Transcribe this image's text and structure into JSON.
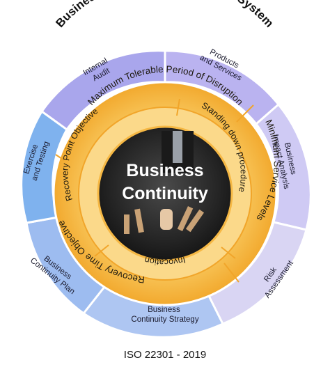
{
  "diagram": {
    "title": "Business Continuity Management System",
    "outer_segments": [
      {
        "lines": [
          "Internal",
          "Audit"
        ],
        "color": "#a9a6ec"
      },
      {
        "lines": [
          "Products",
          "and Services"
        ],
        "color": "#bab3f0"
      },
      {
        "lines": [
          "Business",
          "Impact Analysis"
        ],
        "color": "#cfcaf4"
      },
      {
        "lines": [
          "Risk",
          "Assessment"
        ],
        "color": "#d9d5f3"
      },
      {
        "lines": [
          "Business",
          "Continuity Strategy"
        ],
        "color": "#aec6f2"
      },
      {
        "lines": [
          "Business",
          "Continuity Plan"
        ],
        "color": "#9dbcf0"
      },
      {
        "lines": [
          "Exercise",
          "and Testing"
        ],
        "color": "#7fb2ee"
      }
    ],
    "middle_ring": [
      "Maximum Tolerable Period of Disruption",
      "Minimum Service Levels",
      "Recovery Time Objective"
    ],
    "inner_ring": [
      "Recovery Point Objective",
      "Standing down procedure",
      "Invocation"
    ],
    "center": {
      "line1": "Business",
      "line2": "Continuity"
    },
    "footer": "ISO 22301 - 2019",
    "colors": {
      "ring_orange": "#f6b844",
      "ring_orange_light": "#fbd98a",
      "center_dark": "#2a2a2a"
    }
  }
}
